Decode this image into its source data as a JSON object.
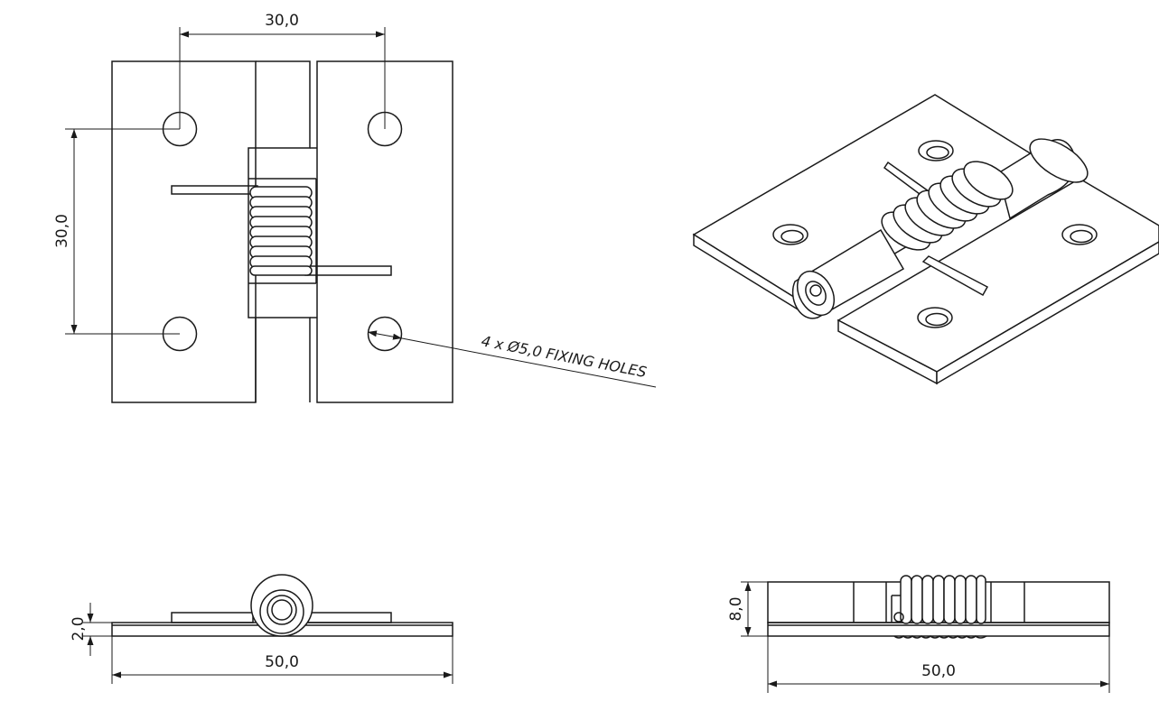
{
  "dimensions": {
    "top_horizontal": "30,0",
    "top_vertical": "30,0",
    "holes_note": "4 x Ø5,0 FIXING HOLES",
    "front_thickness": "2,0",
    "front_width": "50,0",
    "side_height": "8,0",
    "side_width": "50,0"
  }
}
